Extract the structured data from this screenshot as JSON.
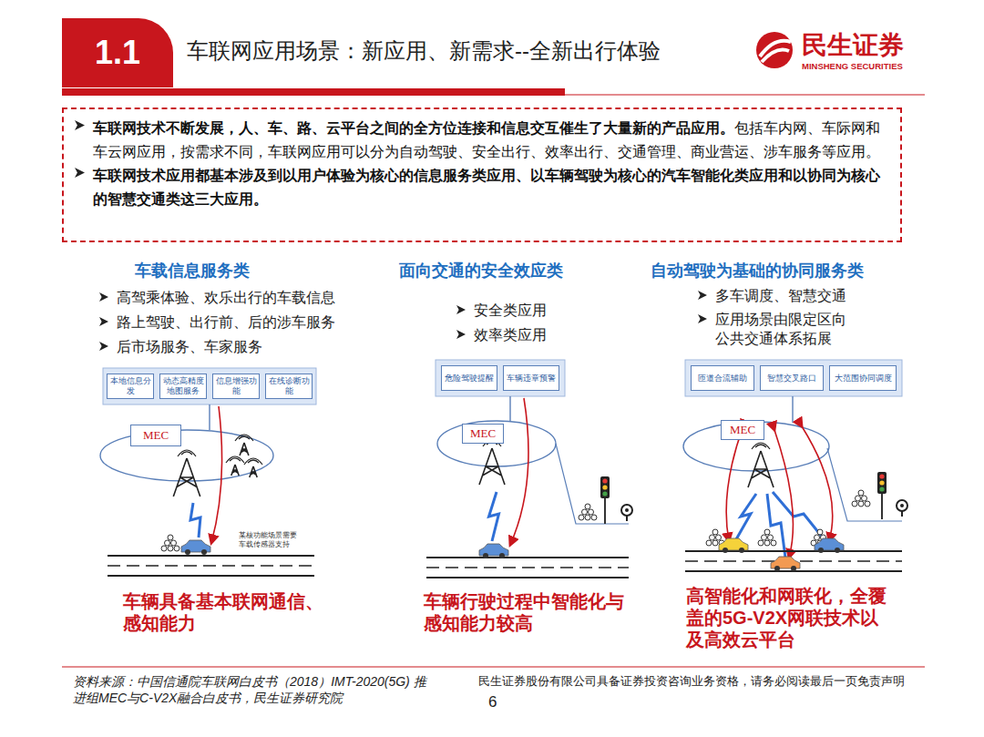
{
  "diagram": {
    "title": "车联网应用场景：新应用、新需求--全新出行体验",
    "nodes": [
      {
        "text": [
          "1.1"
        ]
      },
      {
        "text": [
          "车联网技术不断发展，人、车、路、云平台之间的全方位连接和信息交互催生了大量新的产品应用。",
          "包括车内网、车际网和车云网应用，按需求不同，车联网应用可以分为自动驾驶、安全出行、效率出行、交通管理、商业营运、涉车服务等应用。",
          "车联网技术应用都基本涉及到以用户体验为核心的信息服务类应用、以车辆驾驶为核心的汽车智能化类应用和以协同为核心的智慧交通类这三大应用。"
        ]
      },
      {
        "text": [
          "本地信息分发"
        ]
      },
      {
        "text": [
          "动态高精度地图服务"
        ]
      },
      {
        "text": [
          "信息增强功能"
        ]
      },
      {
        "text": [
          "在线诊断功能"
        ]
      },
      {
        "text": [
          "MEC"
        ]
      },
      {
        "text": [
          "危险驾驶提醒"
        ]
      },
      {
        "text": [
          "车辆违章预警"
        ]
      },
      {
        "text": [
          "MEC"
        ]
      },
      {
        "text": [
          "匝道合流辅助"
        ]
      },
      {
        "text": [
          "智慧交叉路口"
        ]
      },
      {
        "text": [
          "大范围协同调度"
        ]
      },
      {
        "text": [
          "MEC"
        ]
      }
    ],
    "labels": [
      "民生证券",
      "MINSHENG SECURITIES",
      "车载信息服务类",
      "高驾乘体验、欢乐出行的车载信息",
      "路上驾驶、出行前、后的涉车服务",
      "后市场服务、车家服务",
      "面向交通的安全效应类",
      "安全类应用",
      "效率类应用",
      "自动驾驶为基础的协同服务类",
      "多车调度、智慧交通",
      "应用场景由限定区向 公共交通体系拓展",
      "某核功能场景需要 车载传感器支持",
      "车辆具备基本联网通信、 感知能力",
      "车辆行驶过程中智能化与 感知能力较高",
      "高智能化和网联化，全覆 盖的5G-V2X网联技术以 及高效云平台",
      "资料来源：中国信通院车联网白皮书（2018）IMT-2020(5G) 推进组MEC与C-V2X融合白皮书，民生证券研究院",
      "民生证券股份有限公司具备证券投资咨询业务资格，请务必阅读最后一页免责声明",
      "6"
    ]
  }
}
